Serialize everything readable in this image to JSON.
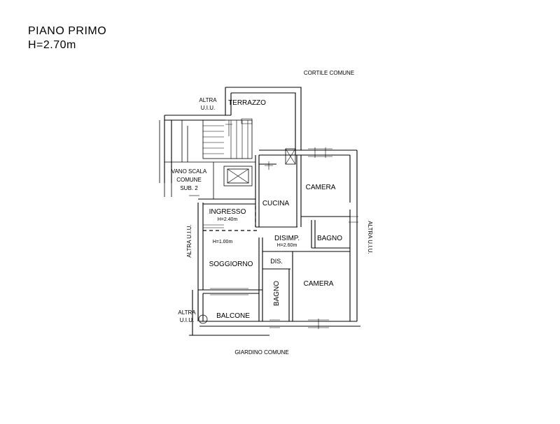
{
  "title": {
    "floor": "PIANO  PRIMO",
    "height": "H=2.70m"
  },
  "surroundings": {
    "courtyard": "CORTILE COMUNE",
    "garden": "GIARDINO COMUNE",
    "other_unit_top": [
      "ALTRA",
      "U.I.U."
    ],
    "other_unit_left": "ALTRA U.I.U.",
    "other_unit_right": "ALTRA U.I.U.",
    "other_unit_bottom": [
      "ALTRA",
      "U.I.U."
    ]
  },
  "rooms": {
    "terrace": "TERRAZZO",
    "stairwell": [
      "VANO SCALA",
      "COMUNE",
      "SUB. 2"
    ],
    "entrance": "INGRESSO",
    "entrance_height": "H=2.40m",
    "kitchen": "CUCINA",
    "bedroom_top": "CAMERA",
    "bathroom_right": "BAGNO",
    "landing": "DISIMP.",
    "landing_height": "H=2.60m",
    "step_height": "H=1.00m",
    "living_room": "SOGGIORNO",
    "closet": "DIS.",
    "bathroom_left": "BAGNO",
    "bedroom_bottom": "CAMERA",
    "balcony": "BALCONE"
  }
}
